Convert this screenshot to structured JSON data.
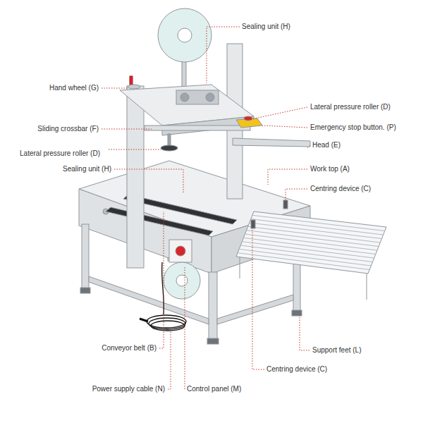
{
  "diagram": {
    "labels": [
      "Sealing unit (H)",
      "Hand wheel (G)",
      "Lateral pressure roller (D)",
      "Sliding crossbar (F)",
      "Emergency stop button. (P)",
      "Lateral pressure roller (D)",
      "Head (E)",
      "Sealing unit (H)",
      "Work top (A)",
      "Centring device (C)",
      "Conveyor belt (B)",
      "Support feet (L)",
      "Centring device (C)",
      "Power supply cable (N)",
      "Control panel (M)"
    ]
  }
}
